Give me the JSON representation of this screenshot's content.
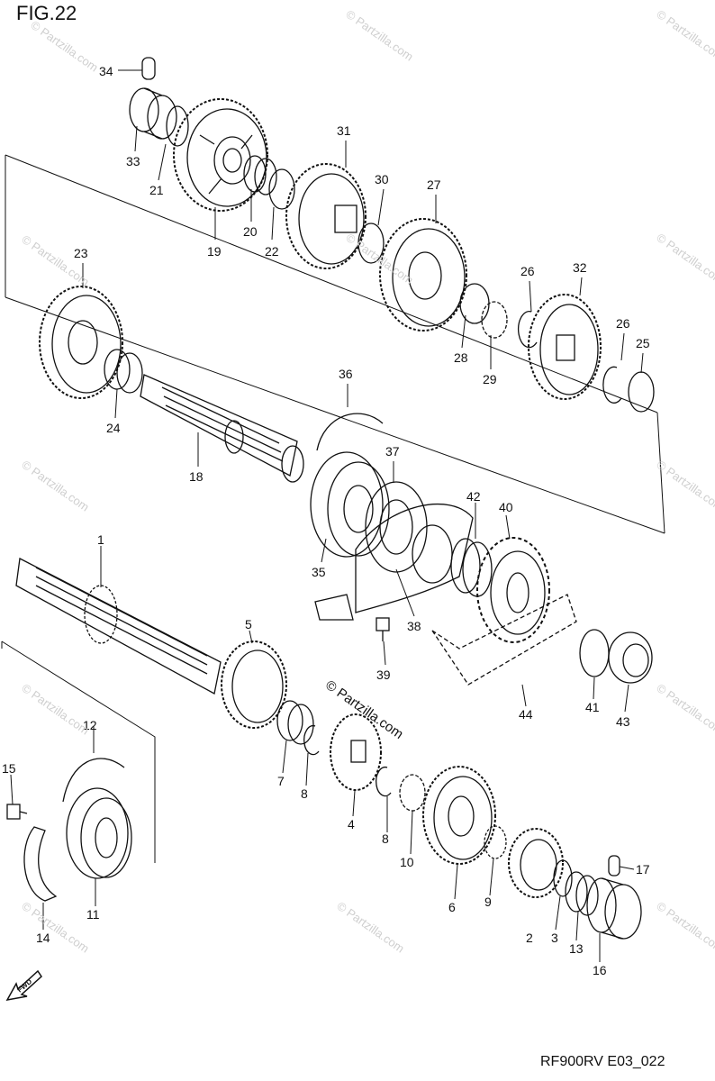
{
  "figure_title": "FIG.22",
  "drawing_code": "RF900RV E03_022",
  "watermark_text": "© Partzilla.com",
  "copyright_text": "© Partzilla.com",
  "fwd_label": "FWD",
  "part_numbers": [
    "1",
    "2",
    "3",
    "4",
    "5",
    "6",
    "7",
    "8",
    "9",
    "10",
    "11",
    "12",
    "13",
    "14",
    "15",
    "16",
    "17",
    "18",
    "19",
    "20",
    "21",
    "22",
    "23",
    "24",
    "25",
    "26",
    "27",
    "28",
    "29",
    "30",
    "31",
    "32",
    "33",
    "34",
    "35",
    "36",
    "37",
    "38",
    "39",
    "40",
    "41",
    "42",
    "43",
    "44"
  ]
}
